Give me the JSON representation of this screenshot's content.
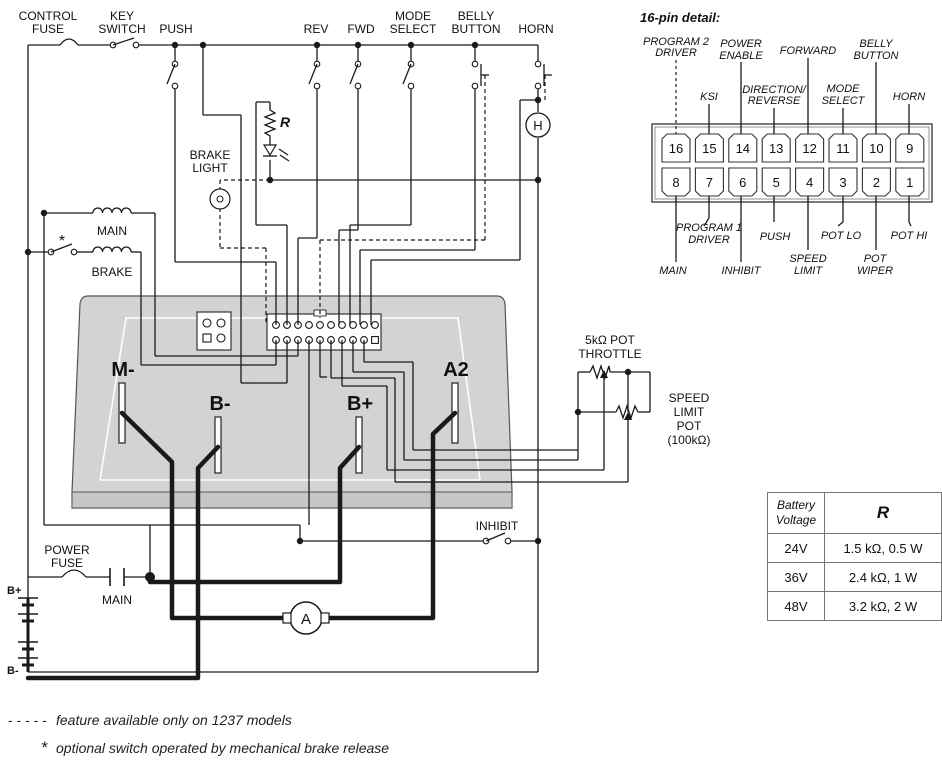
{
  "labels": {
    "control_fuse": [
      "CONTROL",
      "FUSE"
    ],
    "key_switch": [
      "KEY",
      "SWITCH"
    ],
    "push": "PUSH",
    "rev": "REV",
    "fwd": "FWD",
    "mode_select": [
      "MODE",
      "SELECT"
    ],
    "belly_button": [
      "BELLY",
      "BUTTON"
    ],
    "horn": "HORN",
    "horn_symbol": "H",
    "resistor": "R",
    "brake_light": [
      "BRAKE",
      "LIGHT"
    ],
    "main_coil": "MAIN",
    "brake_coil": "BRAKE",
    "asterisk": "*",
    "m_minus": "M-",
    "b_minus": "B-",
    "b_plus": "B+",
    "a2": "A2",
    "throttle_pot": [
      "5kΩ POT",
      "THROTTLE"
    ],
    "speed_limit_pot": [
      "SPEED",
      "LIMIT",
      "POT",
      "(100kΩ)"
    ],
    "inhibit": "INHIBIT",
    "power_fuse": [
      "POWER",
      "FUSE"
    ],
    "main_contactor": "MAIN",
    "motor_symbol": "A",
    "battery_plus": "B+",
    "battery_minus": "B-"
  },
  "pin_detail": {
    "title": "16-pin detail:",
    "top_row": [
      "16",
      "15",
      "14",
      "13",
      "12",
      "11",
      "10",
      "9"
    ],
    "bottom_row": [
      "8",
      "7",
      "6",
      "5",
      "4",
      "3",
      "2",
      "1"
    ],
    "top_labels": {
      "program2_driver": [
        "PROGRAM 2",
        "DRIVER"
      ],
      "ksi": "KSI",
      "power_enable": [
        "POWER",
        "ENABLE"
      ],
      "direction_reverse": [
        "DIRECTION/",
        "REVERSE"
      ],
      "forward": "FORWARD",
      "mode_select": [
        "MODE",
        "SELECT"
      ],
      "belly_button": [
        "BELLY",
        "BUTTON"
      ],
      "horn": "HORN"
    },
    "bottom_labels": {
      "main": "MAIN",
      "program1_driver": [
        "PROGRAM 1",
        "DRIVER"
      ],
      "inhibit": "INHIBIT",
      "push": "PUSH",
      "speed_limit": [
        "SPEED",
        "LIMIT"
      ],
      "pot_lo": "POT LO",
      "pot_wiper": [
        "POT",
        "WIPER"
      ],
      "pot_hi": "POT HI"
    }
  },
  "r_table": {
    "header_battery": [
      "Battery",
      "Voltage"
    ],
    "header_r": "R",
    "rows": [
      {
        "voltage": "24V",
        "r": "1.5 kΩ, 0.5 W"
      },
      {
        "voltage": "36V",
        "r": "2.4 kΩ, 1 W"
      },
      {
        "voltage": "48V",
        "r": "3.2 kΩ, 2 W"
      }
    ]
  },
  "legend": {
    "dashed_symbol": "- - - - -",
    "dashed_text": "feature available only on 1237 models",
    "asterisk_symbol": "*",
    "asterisk_text": "optional switch operated by mechanical brake release"
  }
}
